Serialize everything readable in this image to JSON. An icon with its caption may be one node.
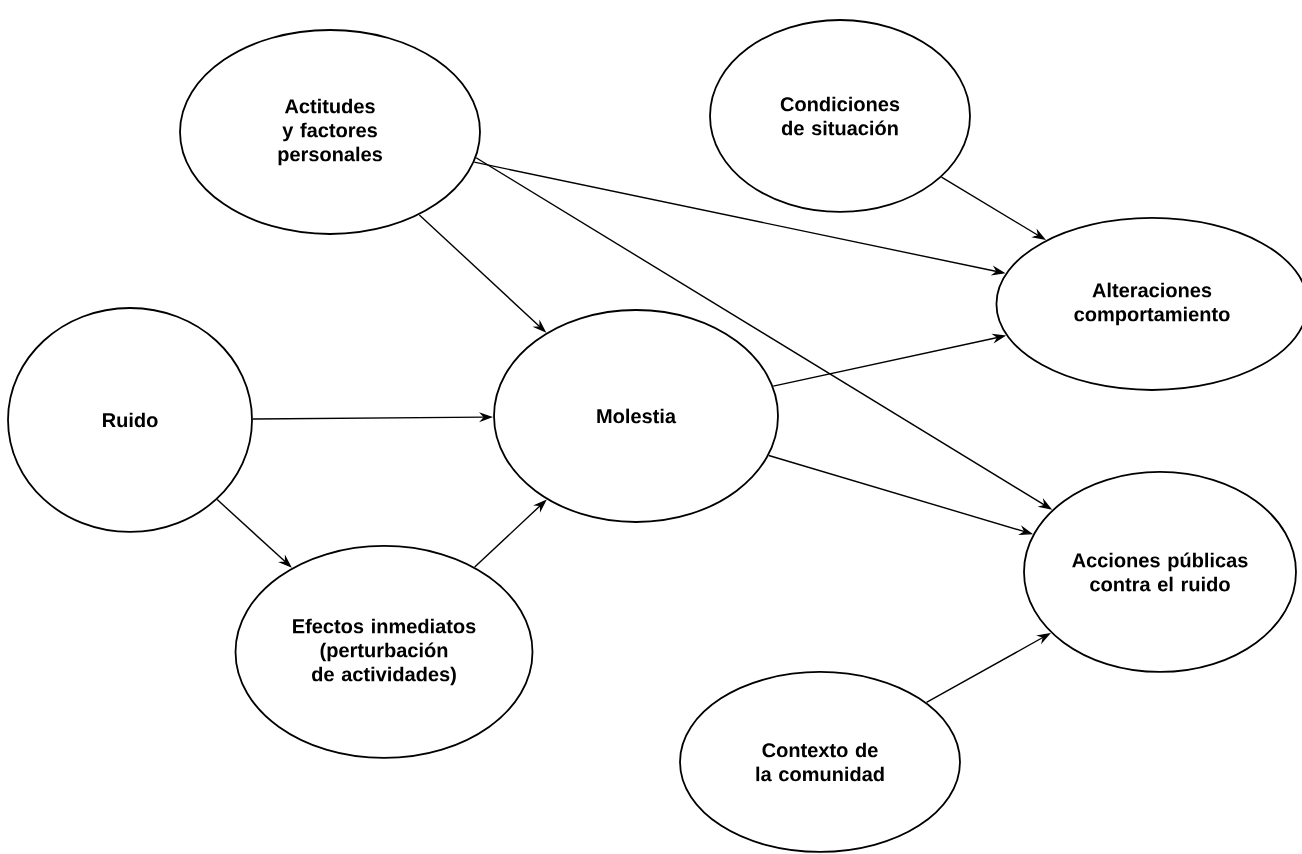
{
  "diagram": {
    "nodes": [
      {
        "text": [
          "Actitudes y factores personales"
        ]
      },
      {
        "text": [
          "Condiciones de situación"
        ]
      },
      {
        "text": [
          "Ruido"
        ]
      },
      {
        "text": [
          "Molestia"
        ]
      },
      {
        "text": [
          "Alteraciones comportamiento"
        ]
      },
      {
        "text": [
          "Efectos inmediatos (perturbación de actividades)"
        ]
      },
      {
        "text": [
          "Acciones públicas contra el ruido"
        ]
      },
      {
        "text": [
          "Contexto de la comunidad"
        ]
      }
    ],
    "edges": [
      {
        "from": 0,
        "to": 3,
        "arrow": "to"
      },
      {
        "from": 0,
        "to": 4,
        "arrow": "to"
      },
      {
        "from": 0,
        "to": 6,
        "arrow": "to"
      },
      {
        "from": 1,
        "to": 4,
        "arrow": "to"
      },
      {
        "from": 2,
        "to": 3,
        "arrow": "to"
      },
      {
        "from": 2,
        "to": 5,
        "arrow": "to"
      },
      {
        "from": 5,
        "to": 3,
        "arrow": "to"
      },
      {
        "from": 3,
        "to": 4,
        "arrow": "to"
      },
      {
        "from": 3,
        "to": 6,
        "arrow": "to"
      },
      {
        "from": 7,
        "to": 6,
        "arrow": "to"
      }
    ]
  }
}
